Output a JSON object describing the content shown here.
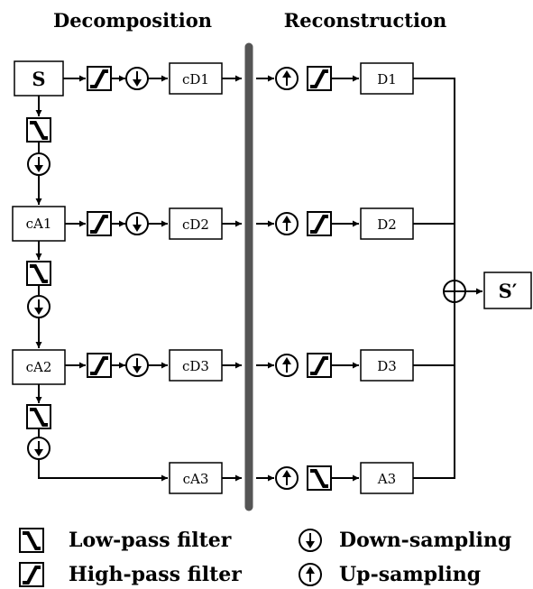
{
  "headers": {
    "decomposition": "Decomposition",
    "reconstruction": "Reconstruction"
  },
  "blocks": {
    "s": "S",
    "ca1": "cA1",
    "ca2": "cA2",
    "cd1": "cD1",
    "cd2": "cD2",
    "cd3": "cD3",
    "ca3": "cA3",
    "d1": "D1",
    "d2": "D2",
    "d3": "D3",
    "a3": "A3",
    "s_prime": "S′"
  },
  "legend": {
    "low_pass": "Low-pass filter",
    "high_pass": "High-pass filter",
    "down_sampling": "Down-sampling",
    "up_sampling": "Up-sampling"
  },
  "icons": {
    "low_pass": "low-pass-filter-icon",
    "high_pass": "high-pass-filter-icon",
    "down_sampling": "down-sampling-icon",
    "up_sampling": "up-sampling-icon",
    "sum": "summation-icon"
  },
  "colors": {
    "divider": "#555555",
    "stroke": "#000000"
  }
}
